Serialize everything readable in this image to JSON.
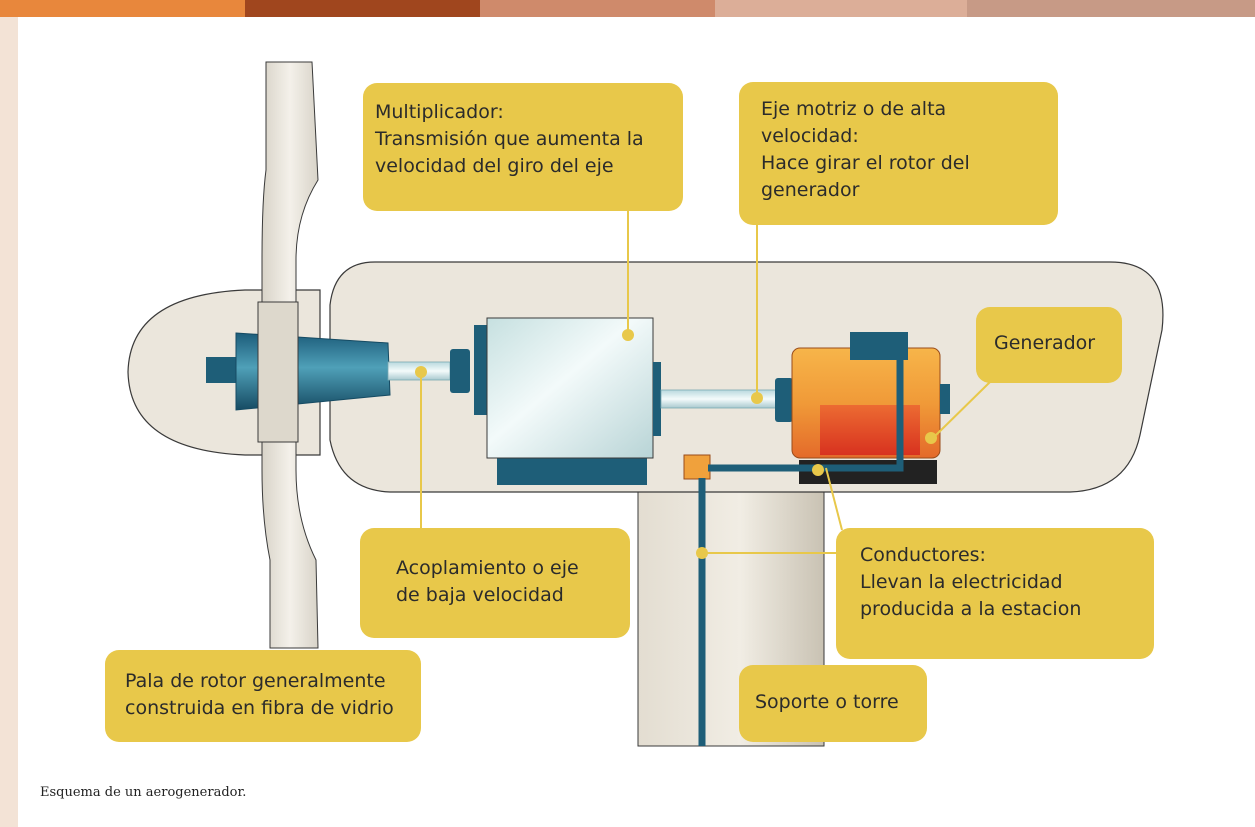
{
  "colors": {
    "page_background": "#f3e3d6",
    "callout_fill": "#e8c84a",
    "nacelle_fill": "#ebe6dc",
    "blade_fill": "#ebe6dc",
    "shaft_color": "#1f5f7a",
    "gearbox_fill": "#d9ecec",
    "generator_orange": "#f0a13c",
    "generator_red": "#e0462a",
    "leader_line": "#e8c84a",
    "topbar": [
      "#e8873c",
      "#a0461e",
      "#cf8a6b",
      "#dcae98",
      "#c79a86"
    ]
  },
  "callouts": {
    "multiplicador": "Multiplicador:\nTransmisión que aumenta la\nvelocidad del giro del eje",
    "eje_motriz": "Eje motriz o de alta\nvelocidad:\nHace girar el rotor del\ngenerador",
    "generador": "Generador",
    "acoplamiento": "Acoplamiento o eje\nde baja velocidad",
    "conductores": "Conductores:\nLlevan la electricidad\nproducida a la estacion",
    "pala": "Pala de rotor generalmente\nconstruida en fibra de vidrio",
    "soporte": "Soporte o torre"
  },
  "caption": "Esquema de un aerogenerador."
}
